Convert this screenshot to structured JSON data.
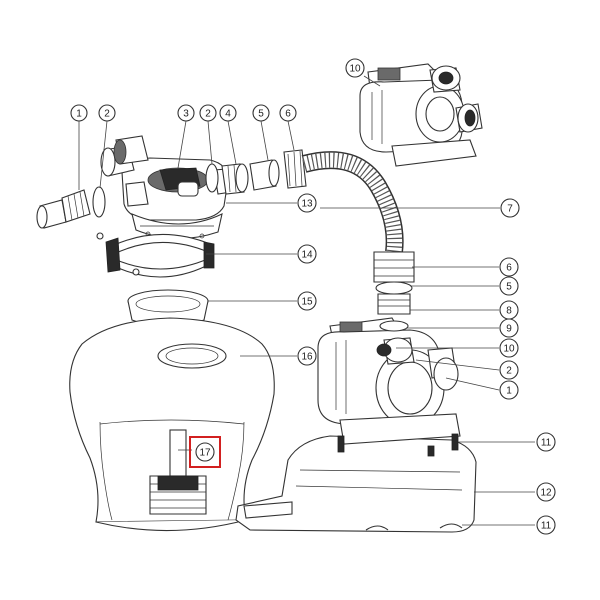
{
  "diagram": {
    "highlight_color": "#d22020",
    "line_color": "#444444",
    "callouts": [
      {
        "id": "c1a",
        "label": "1"
      },
      {
        "id": "c2a",
        "label": "2"
      },
      {
        "id": "c3",
        "label": "3"
      },
      {
        "id": "c2b",
        "label": "2"
      },
      {
        "id": "c4",
        "label": "4"
      },
      {
        "id": "c5a",
        "label": "5"
      },
      {
        "id": "c6a",
        "label": "6"
      },
      {
        "id": "c10a",
        "label": "10"
      },
      {
        "id": "c13",
        "label": "13"
      },
      {
        "id": "c7",
        "label": "7"
      },
      {
        "id": "c14",
        "label": "14"
      },
      {
        "id": "c6b",
        "label": "6"
      },
      {
        "id": "c5b",
        "label": "5"
      },
      {
        "id": "c15",
        "label": "15"
      },
      {
        "id": "c8",
        "label": "8"
      },
      {
        "id": "c9",
        "label": "9"
      },
      {
        "id": "c10b",
        "label": "10"
      },
      {
        "id": "c16",
        "label": "16"
      },
      {
        "id": "c2c",
        "label": "2"
      },
      {
        "id": "c1b",
        "label": "1"
      },
      {
        "id": "c17",
        "label": "17",
        "highlighted": true
      },
      {
        "id": "c11a",
        "label": "11"
      },
      {
        "id": "c12",
        "label": "12"
      },
      {
        "id": "c11b",
        "label": "11"
      }
    ]
  }
}
